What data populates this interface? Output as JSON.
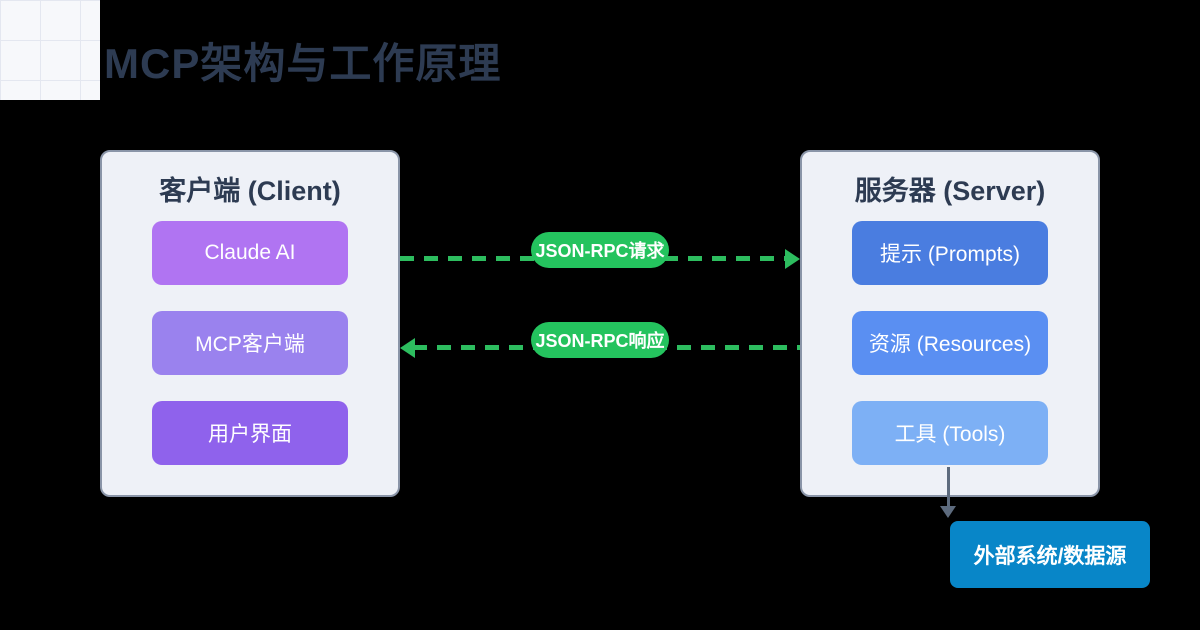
{
  "title": "MCP架构与工作原理",
  "colors": {
    "background": "#000000",
    "title_text": "#2d3b52",
    "panel_bg": "#eef1f7",
    "panel_border": "#8a95a8",
    "arrow_green": "#2dbd5f",
    "pill_green": "#24c35e",
    "arrow_gray": "#5d6b7e",
    "grid_bg": "#f7f8fb",
    "grid_line": "#e4e7f0"
  },
  "client": {
    "title": "客户端 (Client)",
    "nodes": [
      {
        "label": "Claude AI",
        "color": "#b074f2"
      },
      {
        "label": "MCP客户端",
        "color": "#9a82ee"
      },
      {
        "label": "用户界面",
        "color": "#8f62ec"
      }
    ]
  },
  "server": {
    "title": "服务器 (Server)",
    "nodes": [
      {
        "label": "提示 (Prompts)",
        "color": "#4a7de0"
      },
      {
        "label": "资源 (Resources)",
        "color": "#5a8ff2"
      },
      {
        "label": "工具 (Tools)",
        "color": "#7db0f5"
      }
    ]
  },
  "connections": {
    "request": {
      "label": "JSON-RPC请求",
      "direction": "client-to-server",
      "color": "#24c35e"
    },
    "response": {
      "label": "JSON-RPC响应",
      "direction": "server-to-client",
      "color": "#24c35e"
    }
  },
  "external": {
    "label": "外部系统/数据源",
    "color": "#0886c8"
  }
}
